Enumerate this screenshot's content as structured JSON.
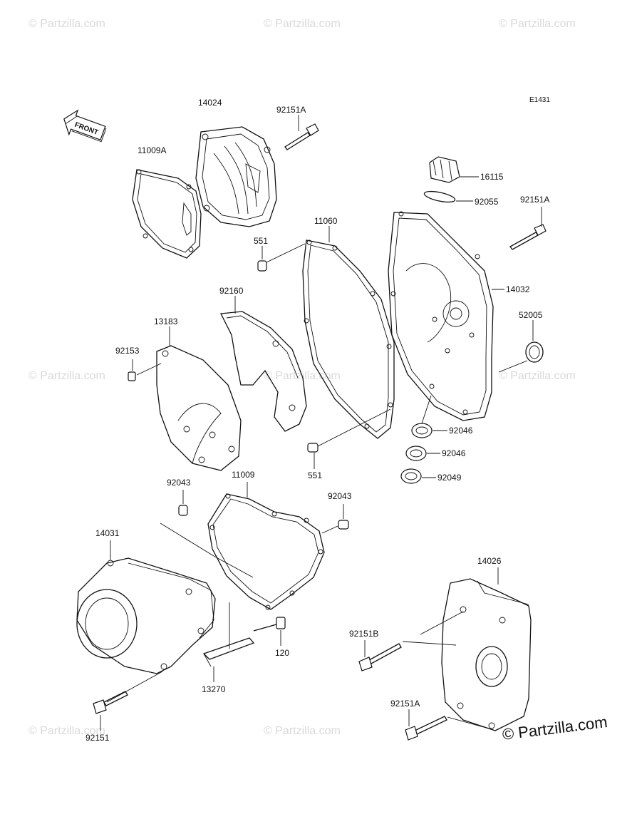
{
  "diagram": {
    "code": "E1431",
    "front_label": "FRONT",
    "copyright": "© Partzilla.com",
    "watermark": "© Partzilla.com",
    "parts": [
      {
        "id": "14024",
        "label": "14024"
      },
      {
        "id": "92151A-top",
        "label": "92151A"
      },
      {
        "id": "11009A",
        "label": "11009A"
      },
      {
        "id": "16115",
        "label": "16115"
      },
      {
        "id": "92055",
        "label": "92055"
      },
      {
        "id": "92151A-right",
        "label": "92151A"
      },
      {
        "id": "11060",
        "label": "11060"
      },
      {
        "id": "551-top",
        "label": "551"
      },
      {
        "id": "14032",
        "label": "14032"
      },
      {
        "id": "92160",
        "label": "92160"
      },
      {
        "id": "52005",
        "label": "52005"
      },
      {
        "id": "13183",
        "label": "13183"
      },
      {
        "id": "92153",
        "label": "92153"
      },
      {
        "id": "92046-a",
        "label": "92046"
      },
      {
        "id": "92046-b",
        "label": "92046"
      },
      {
        "id": "551-bottom",
        "label": "551"
      },
      {
        "id": "92049",
        "label": "92049"
      },
      {
        "id": "92043-left",
        "label": "92043"
      },
      {
        "id": "11009",
        "label": "11009"
      },
      {
        "id": "92043-right",
        "label": "92043"
      },
      {
        "id": "14031",
        "label": "14031"
      },
      {
        "id": "14026",
        "label": "14026"
      },
      {
        "id": "92151B",
        "label": "92151B"
      },
      {
        "id": "120",
        "label": "120"
      },
      {
        "id": "13270",
        "label": "13270"
      },
      {
        "id": "92151A-bottom",
        "label": "92151A"
      },
      {
        "id": "92151",
        "label": "92151"
      }
    ]
  }
}
